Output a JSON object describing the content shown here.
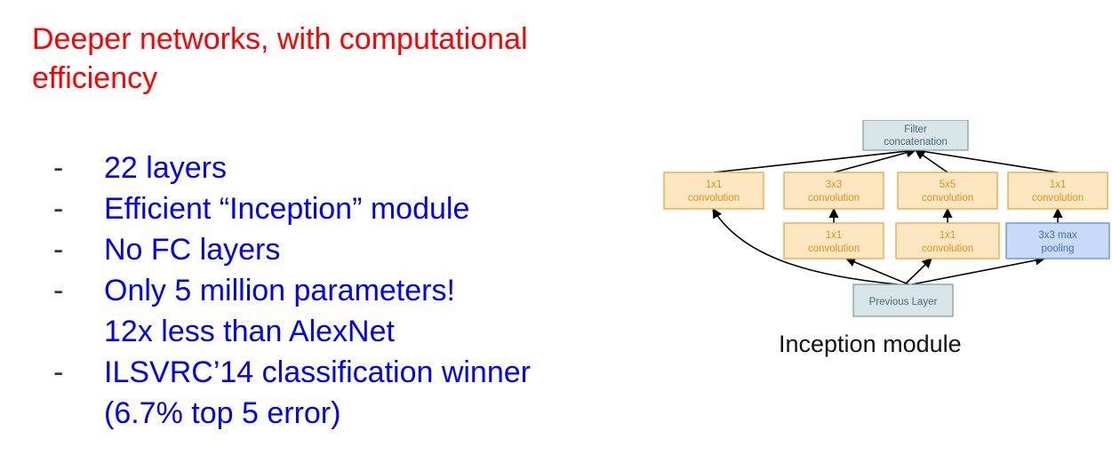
{
  "heading": {
    "line1": "Deeper networks, with computational",
    "line2": "efficiency"
  },
  "bullets": [
    {
      "dash": "-",
      "lines": [
        "22 layers"
      ]
    },
    {
      "dash": "-",
      "lines": [
        "Efficient “Inception” module"
      ]
    },
    {
      "dash": "-",
      "lines": [
        "No FC layers"
      ]
    },
    {
      "dash": "-",
      "lines": [
        "Only 5 million parameters!",
        "12x less than AlexNet"
      ]
    },
    {
      "dash": "-",
      "lines": [
        "ILSVRC’14 classification winner",
        "(6.7% top 5 error)"
      ]
    }
  ],
  "diagram": {
    "colors": {
      "conv_fill": "#fde7c0",
      "conv_stroke": "#f0a53a",
      "conv_text": "#e38f1c",
      "pool_fill": "#c9daf8",
      "pool_stroke": "#5b8ee6",
      "pool_text": "#3d6fc5",
      "concat_fill": "#d7e5e8",
      "concat_stroke": "#7fa1a9",
      "concat_text": "#4b6a72",
      "arrow": "#000000"
    },
    "nodes": {
      "filter_concat": {
        "line1": "Filter",
        "line2": "concatenation"
      },
      "conv1x1_a": {
        "line1": "1x1",
        "line2": "convolution"
      },
      "conv3x3": {
        "line1": "3x3",
        "line2": "convolution"
      },
      "conv5x5": {
        "line1": "5x5",
        "line2": "convolution"
      },
      "conv1x1_d": {
        "line1": "1x1",
        "line2": "convolution"
      },
      "conv1x1_b": {
        "line1": "1x1",
        "line2": "convolution"
      },
      "conv1x1_c": {
        "line1": "1x1",
        "line2": "convolution"
      },
      "maxpool": {
        "line1": "3x3 max",
        "line2": "pooling"
      },
      "previous_layer": {
        "line1": "Previous Layer"
      }
    }
  },
  "caption": "Inception module"
}
